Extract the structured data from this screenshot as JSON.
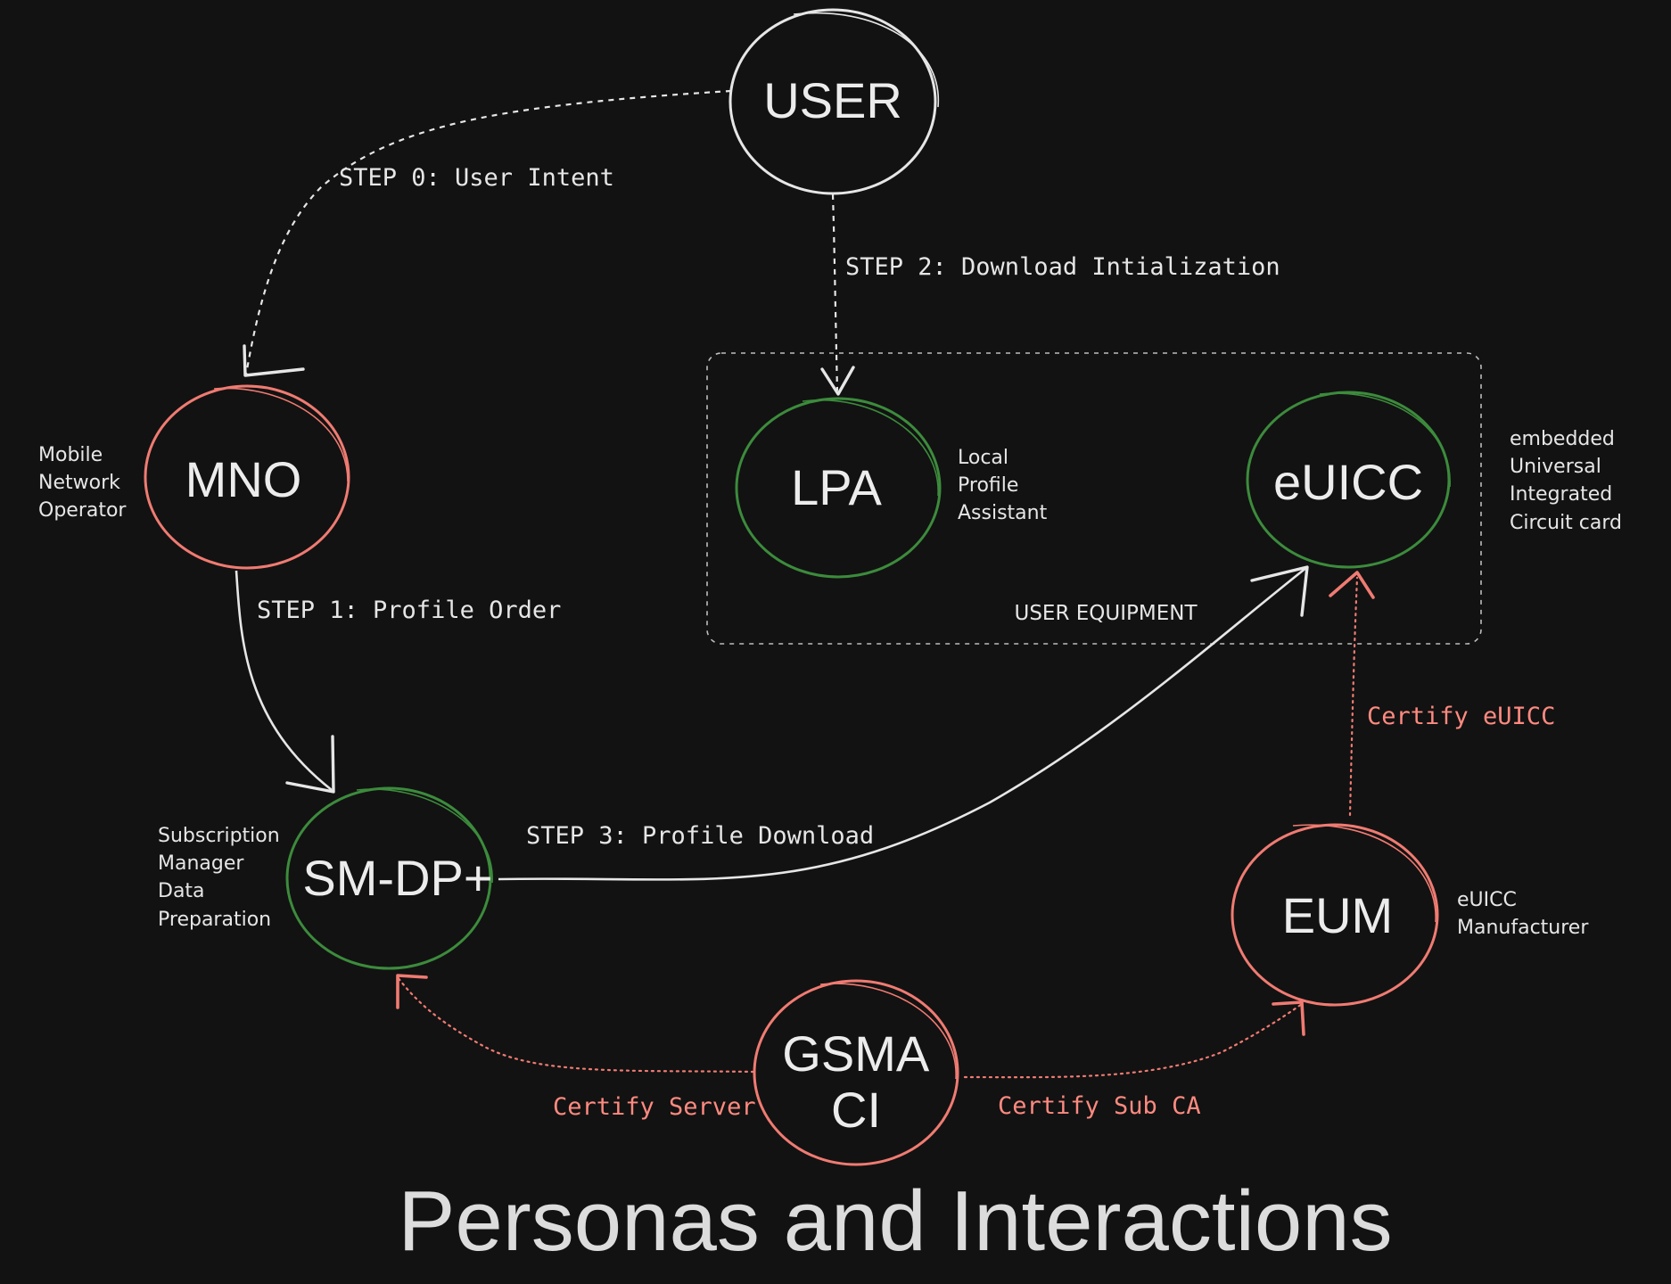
{
  "title": "Personas and Interactions",
  "colors": {
    "background": "#121212",
    "white_stroke": "#e6e6e6",
    "green_stroke": "#3c8b3c",
    "red_stroke": "#f07b72",
    "cert_text": "#ff8a80"
  },
  "nodes": {
    "user": {
      "label": "USER",
      "ring": "white"
    },
    "mno": {
      "label": "MNO",
      "ring": "red",
      "description": [
        "Mobile",
        "Network",
        "Operator"
      ]
    },
    "lpa": {
      "label": "LPA",
      "ring": "green",
      "description": [
        "Local",
        "Profile",
        "Assistant"
      ]
    },
    "euicc": {
      "label": "eUICC",
      "ring": "green",
      "description": [
        "embedded",
        "Universal",
        "Integrated",
        "Circuit card"
      ]
    },
    "smdp": {
      "label": "SM-DP+",
      "ring": "green",
      "description": [
        "Subscription",
        "Manager",
        "Data",
        "Preparation"
      ]
    },
    "eum": {
      "label": "EUM",
      "ring": "red",
      "description": [
        "eUICC",
        "Manufacturer"
      ]
    },
    "gsma": {
      "label_lines": [
        "GSMA",
        "CI"
      ],
      "ring": "red"
    }
  },
  "group": {
    "label": "USER EQUIPMENT"
  },
  "steps": {
    "step0": "STEP 0: User Intent",
    "step1": "STEP 1: Profile Order",
    "step2": "STEP 2: Download Intialization",
    "step3": "STEP 3: Profile Download"
  },
  "certifications": {
    "euicc": "Certify eUICC",
    "server": "Certify Server",
    "subca": "Certify Sub CA"
  }
}
